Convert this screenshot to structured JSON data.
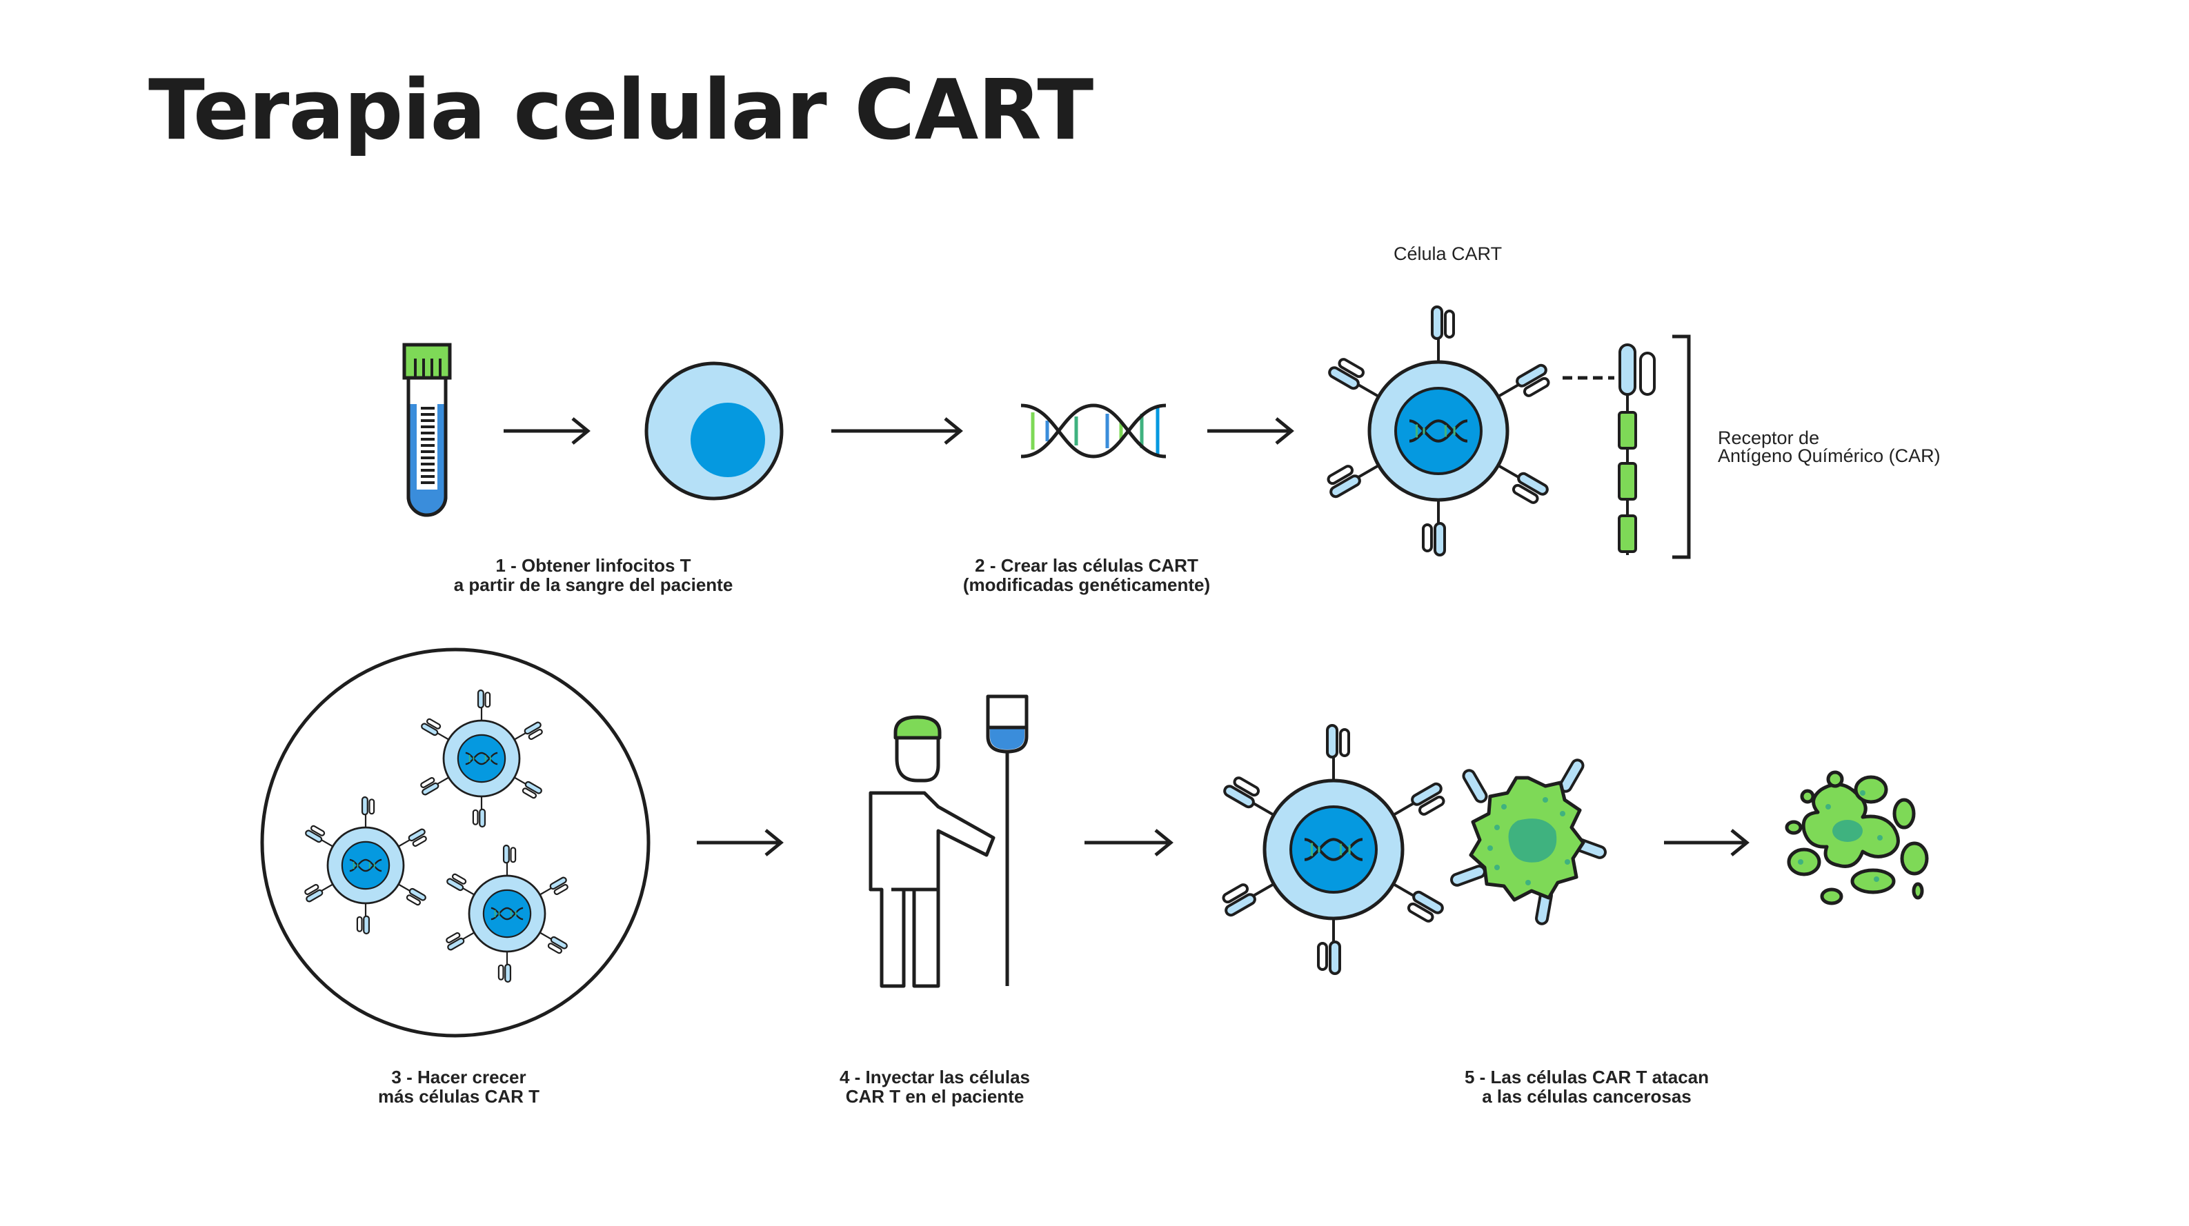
{
  "title": "Terapia celular CART",
  "labels": {
    "cart_cell": "Célula CART",
    "receptor_line1": "Receptor de",
    "receptor_line2": "Antígeno Químérico (CAR)"
  },
  "steps": [
    {
      "line1": "1 - Obtener linfocitos T",
      "line2": "a partir de la sangre del paciente"
    },
    {
      "line1": "2 - Crear las células CART",
      "line2": "(modificadas genéticamente)"
    },
    {
      "line1": "3 - Hacer crecer",
      "line2": "más células CAR T"
    },
    {
      "line1": "4 - Inyectar las células",
      "line2": "CAR T en el paciente"
    },
    {
      "line1": "5 - Las células CAR T atacan",
      "line2": "a las células cancerosas"
    }
  ],
  "colors": {
    "outline": "#1e1e1e",
    "cell_light_blue": "#b5e0f7",
    "nucleus_blue": "#0599e0",
    "green": "#7ed957",
    "dark_green": "#3fb27f",
    "accent_blue": "#3a8ddb"
  },
  "icons": [
    "test-tube-icon",
    "t-cell-icon",
    "dna-icon",
    "cart-cell-icon",
    "car-receptor-icon",
    "petri-dish-icon",
    "patient-iv-icon",
    "cancer-cell-icon",
    "dead-cancer-cell-icon",
    "arrow-right-icon"
  ]
}
